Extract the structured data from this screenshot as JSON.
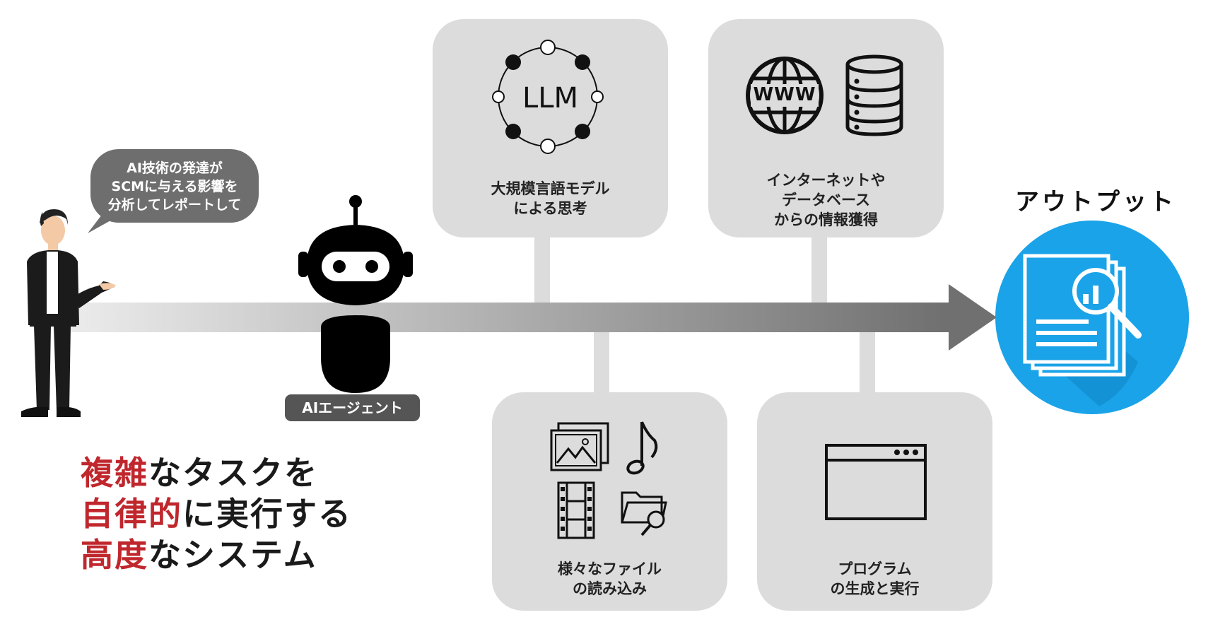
{
  "speech_bubble": {
    "text": "AI技術の発達が\nSCMに与える影響を\n分析してレポートして"
  },
  "agent": {
    "label": "AIエージェント"
  },
  "steps": {
    "llm": {
      "icon_text": "LLM",
      "label": "大規模言語モデル\nによる思考"
    },
    "internet": {
      "icon_text": "WWW",
      "label": "インターネットや\nデータベース\nからの情報獲得"
    },
    "files": {
      "label": "様々なファイル\nの読み込み"
    },
    "program": {
      "label": "プログラム\nの生成と実行"
    }
  },
  "output": {
    "title": "アウトプット"
  },
  "headline": {
    "line1_highlight": "複雑",
    "line1_rest": "なタスクを",
    "line2_highlight": "自律的",
    "line2_rest": "に実行する",
    "line3_highlight": "高度",
    "line3_rest": "なシステム"
  },
  "colors": {
    "highlight": "#c0272d",
    "box": "#dcdcdc",
    "output_circle": "#1aa3e8",
    "arrow_dark": "#7a7a7a",
    "arrow_light": "#e6e6e6"
  }
}
